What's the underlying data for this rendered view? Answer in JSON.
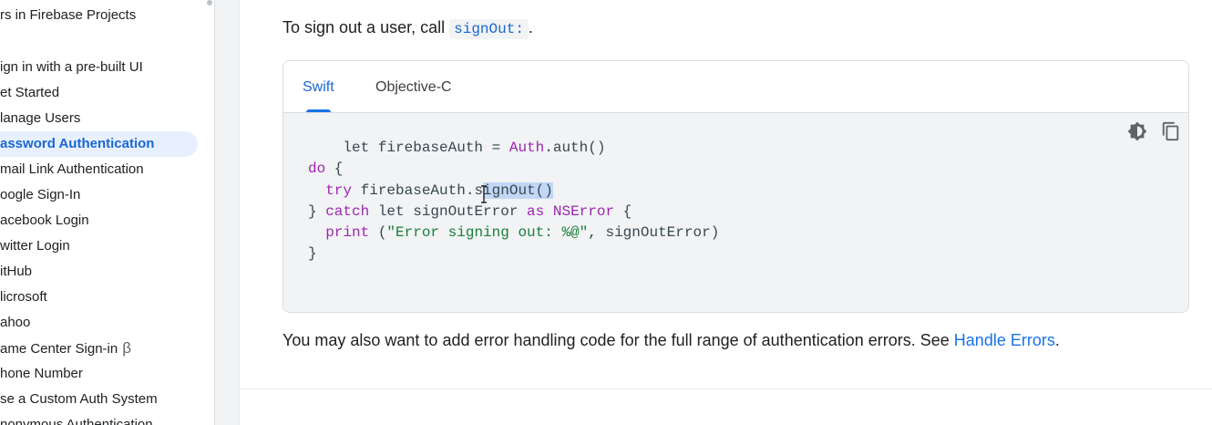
{
  "sidebar": {
    "section_title": "rs in Firebase Projects",
    "items": [
      {
        "label": "ign in with a pre-built UI",
        "active": false
      },
      {
        "label": "et Started",
        "active": false
      },
      {
        "label": "lanage Users",
        "active": false
      },
      {
        "label": "assword Authentication",
        "active": true
      },
      {
        "label": "mail Link Authentication",
        "active": false
      },
      {
        "label": "oogle Sign-In",
        "active": false
      },
      {
        "label": "acebook Login",
        "active": false
      },
      {
        "label": "witter Login",
        "active": false
      },
      {
        "label": "itHub",
        "active": false
      },
      {
        "label": "licrosoft",
        "active": false
      },
      {
        "label": "ahoo",
        "active": false
      },
      {
        "label": "ame Center Sign-in",
        "active": false,
        "beta": "β"
      },
      {
        "label": "hone Number",
        "active": false
      },
      {
        "label": "se a Custom Auth System",
        "active": false
      },
      {
        "label": "nonymous Authentication",
        "active": false
      }
    ]
  },
  "content": {
    "intro_text": "To sign out a user, call ",
    "intro_code": "signOut:",
    "intro_end": ".",
    "tabs": [
      {
        "label": "Swift",
        "active": true
      },
      {
        "label": "Objective-C",
        "active": false
      }
    ],
    "code_icons": [
      "theme-toggle-icon",
      "copy-icon"
    ],
    "code_lines": {
      "l1_indent": "    let firebaseAuth = ",
      "l1_type": "Auth",
      "l1_end": ".auth()",
      "l2_kw": "do",
      "l2_end": " {",
      "l3_indent": "  ",
      "l3_kw": "try",
      "l3_mid": " firebaseAuth.s",
      "l3_sel": "ignOut()",
      "l4_start": "} ",
      "l4_kw1": "catch",
      "l4_mid": " let signOutError ",
      "l4_kw2": "as",
      "l4_sp": " ",
      "l4_type": "NSError",
      "l4_end": " {",
      "l5_indent": "  ",
      "l5_kw": "print",
      "l5_open": " (",
      "l5_str": "\"Error signing out: %@\"",
      "l5_end": ", signOutError)",
      "l6": "}"
    },
    "outro_text": "You may also want to add error handling code for the full range of authentication errors. See ",
    "outro_link": "Handle Errors",
    "outro_end": "."
  },
  "colors": {
    "accent": "#1a73e8",
    "active_nav_bg": "#e8f0fe",
    "code_bg": "#f1f3f4"
  }
}
